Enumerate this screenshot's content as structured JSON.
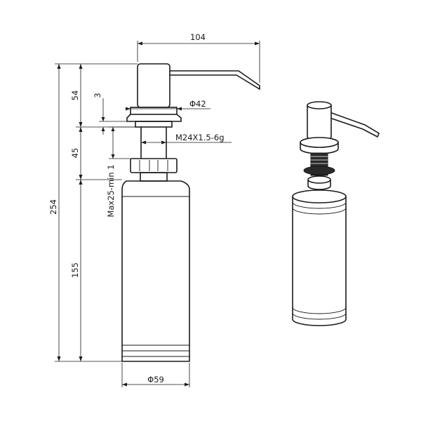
{
  "dimensions": {
    "top_width": "104",
    "total_height": "254",
    "pump_height": "54",
    "collar_gap": "3",
    "thread_height": "45",
    "counter_thickness": "Max25-min 1",
    "bottle_height": "155",
    "collar_diameter": "Φ42",
    "thread_spec": "M24X1.5-6g",
    "bottle_diameter": "Φ59"
  },
  "colors": {
    "line": "#1a1a1a",
    "background": "#ffffff",
    "thread_dark": "#2a2a2a"
  }
}
